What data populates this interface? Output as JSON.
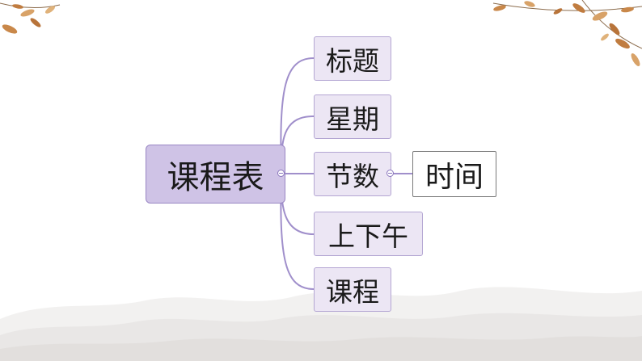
{
  "mindmap": {
    "central": "课程表",
    "branches": [
      "标题",
      "星期",
      "节数",
      "上下午",
      "课程"
    ],
    "leaf": "时间"
  },
  "icons": {
    "collapse_central": "collapse-minus-icon",
    "collapse_branch": "collapse-minus-icon"
  },
  "colors": {
    "central_fill": "#cfc3e6",
    "branch_fill": "#ece6f4",
    "connector": "#a08fcb",
    "leaf_border": "#7a7a7a",
    "leaf_accent": "#c9884a"
  }
}
